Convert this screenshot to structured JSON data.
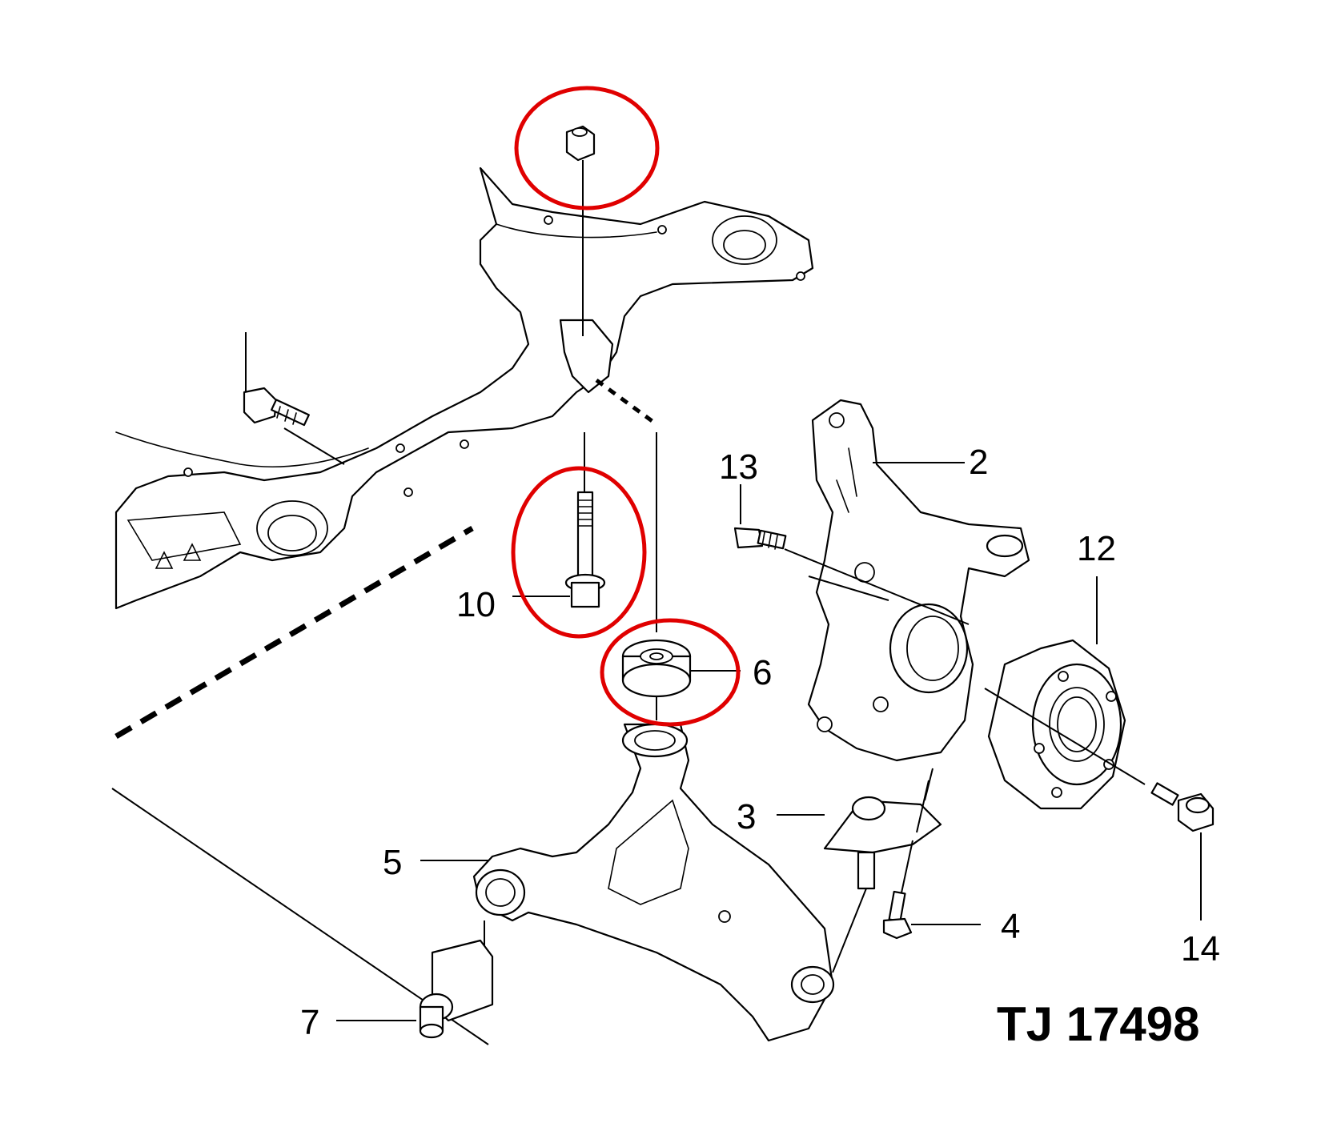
{
  "diagram": {
    "reference_code": "TJ 17498",
    "highlight_color": "#e00000",
    "line_color": "#000000",
    "callouts": {
      "c2": "2",
      "c3": "3",
      "c4": "4",
      "c5": "5",
      "c6": "6",
      "c7": "7",
      "c10": "10",
      "c12": "12",
      "c13": "13",
      "c14": "14"
    }
  }
}
